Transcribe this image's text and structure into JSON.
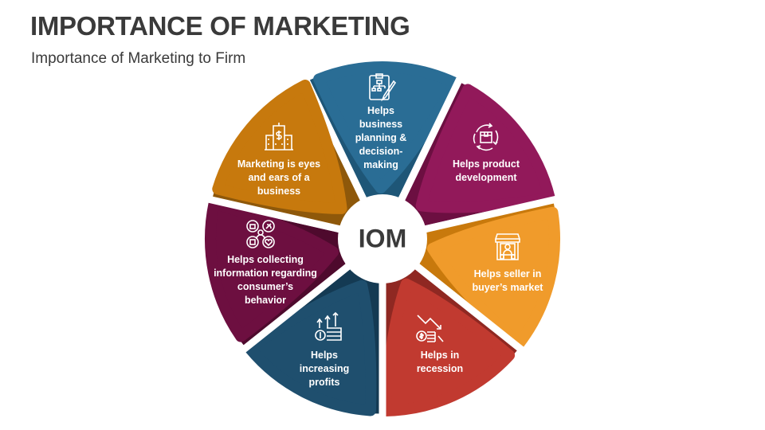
{
  "header": {
    "title": "IMPORTANCE OF MARKETING",
    "subtitle": "Importance of Marketing to Firm"
  },
  "center": {
    "label": "IOM"
  },
  "segments": [
    {
      "label": "Helps\nbusiness\nplanning &\ndecision-\nmaking",
      "icon": "flowchart-clipboard-icon",
      "color": "#2a6d95",
      "dark": "#1e5677"
    },
    {
      "label": "Helps product\ndevelopment",
      "icon": "product-cycle-icon",
      "color": "#92195a",
      "dark": "#6c0f41"
    },
    {
      "label": "Helps seller in\nbuyer’s market",
      "icon": "storefront-seller-icon",
      "color": "#f09b2b",
      "dark": "#c8790c"
    },
    {
      "label": "Helps in\nrecession",
      "icon": "declining-money-icon",
      "color": "#c13a30",
      "dark": "#8f2822"
    },
    {
      "label": "Helps\nincreasing\nprofits",
      "icon": "rising-profits-icon",
      "color": "#1f4f6e",
      "dark": "#143a53"
    },
    {
      "label": "Helps collecting\ninformation regarding\nconsumer’s\nbehavior",
      "icon": "consumer-behavior-icon",
      "color": "#6d0f40",
      "dark": "#4e0a2d"
    },
    {
      "label": "Marketing is eyes\nand ears of a\nbusiness",
      "icon": "bank-building-icon",
      "color": "#c7790d",
      "dark": "#8e580a"
    }
  ]
}
